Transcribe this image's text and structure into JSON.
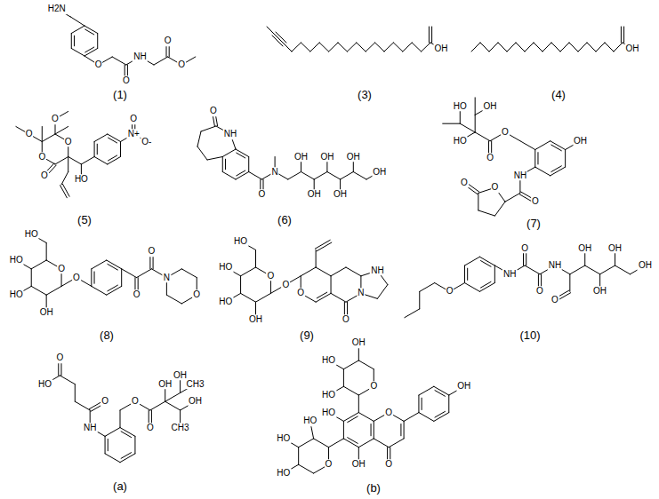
{
  "diagram": {
    "labels": [
      "(1)",
      "H2N",
      "O",
      "O",
      "NH",
      "O",
      "O",
      "(3)",
      "OH",
      "(4)",
      "OH",
      "(5)",
      "O",
      "O",
      "O",
      "O",
      "O",
      "HO",
      "N+",
      "O",
      "O-",
      "(6)",
      "O",
      "NH",
      "O",
      "N",
      "OH",
      "OH",
      "OH",
      "OH",
      "OH",
      "OH",
      "(7)",
      "HO",
      "OH",
      "HO",
      "O",
      "O",
      "OH",
      "NH",
      "O",
      "O",
      "O",
      "(8)",
      "HO",
      "HO",
      "O",
      "HO",
      "OH",
      "O",
      "O",
      "O",
      "N",
      "O",
      "(9)",
      "HO",
      "HO",
      "O",
      "HO",
      "OH",
      "O",
      "O",
      "NH",
      "N",
      "O",
      "(10)",
      "O",
      "NH",
      "O",
      "O",
      "NH",
      "O",
      "OH",
      "OH",
      "OH",
      "OH",
      "(a)",
      "HO",
      "O",
      "O",
      "NH",
      "O",
      "O",
      "OH",
      "OH",
      "CH3",
      "OH",
      "CH3",
      "(b)",
      "OH",
      "HO",
      "O",
      "HO",
      "HO",
      "O",
      "OH",
      "HO",
      "HO",
      "O",
      "HO",
      "OH",
      "O"
    ]
  }
}
